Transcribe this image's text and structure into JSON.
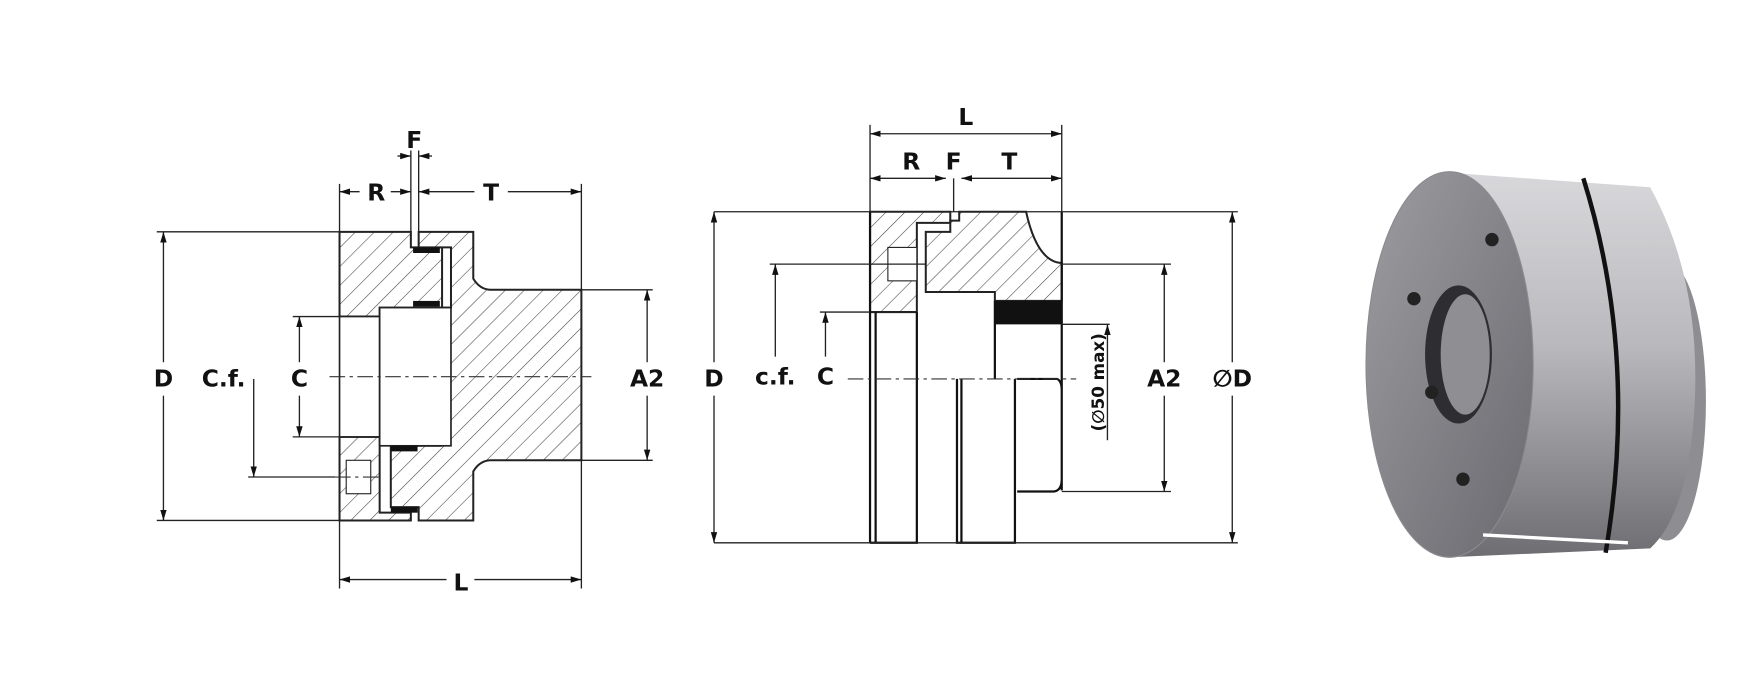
{
  "left_view": {
    "labels": {
      "F": "F",
      "R": "R",
      "T": "T",
      "D": "D",
      "Cf": "C.f.",
      "C": "C",
      "A2": "A2",
      "L": "L"
    }
  },
  "middle_view": {
    "labels": {
      "L": "L",
      "R": "R",
      "F": "F",
      "T": "T",
      "D": "D",
      "cf": "c.f.",
      "C": "C",
      "A2": "A2",
      "diaD": "∅D",
      "bore_max": "(∅50 max)"
    }
  },
  "render_view": {
    "colors": {
      "steel_light": "#c9c9cc",
      "steel_dark": "#6d6d72"
    }
  }
}
